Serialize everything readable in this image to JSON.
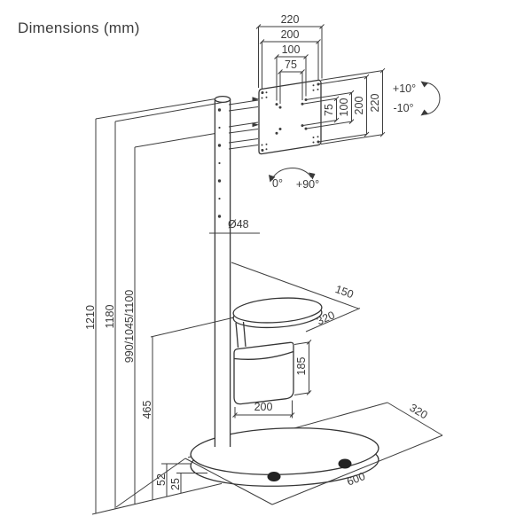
{
  "title": "Dimensions (mm)",
  "vesa": {
    "top": {
      "d220": "220",
      "d200": "200",
      "d100": "100",
      "d75": "75"
    },
    "side": {
      "d75": "75",
      "d100": "100",
      "d200": "200",
      "d220": "220"
    }
  },
  "angles": {
    "tilt_up": "+10°",
    "tilt_down": "-10°",
    "swivel_min": "0°",
    "swivel_max": "+90°"
  },
  "pole": {
    "diameter": "Ø48"
  },
  "heights": {
    "h_total": "1210",
    "h_pole": "1180",
    "h_vesa": "990/1045/1100",
    "h_shelf": "465",
    "h_base": "52",
    "h_clearance": "25"
  },
  "shelf": {
    "depth": "150",
    "width": "320"
  },
  "bracket": {
    "height": "185",
    "width": "200"
  },
  "base": {
    "depth": "320",
    "width": "600"
  }
}
